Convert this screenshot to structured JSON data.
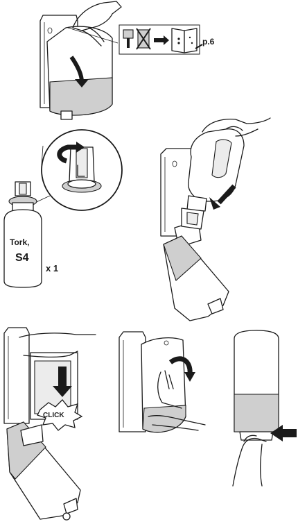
{
  "step1": {
    "page_ref": "p.6"
  },
  "step2": {
    "bottle_brand": "Tork,",
    "bottle_code": "S4",
    "quantity": "x 1"
  },
  "step4": {
    "click_label": "CLICK"
  },
  "colors": {
    "outline": "#1a1a1a",
    "shading": "#cfcfcf",
    "background": "#ffffff"
  }
}
